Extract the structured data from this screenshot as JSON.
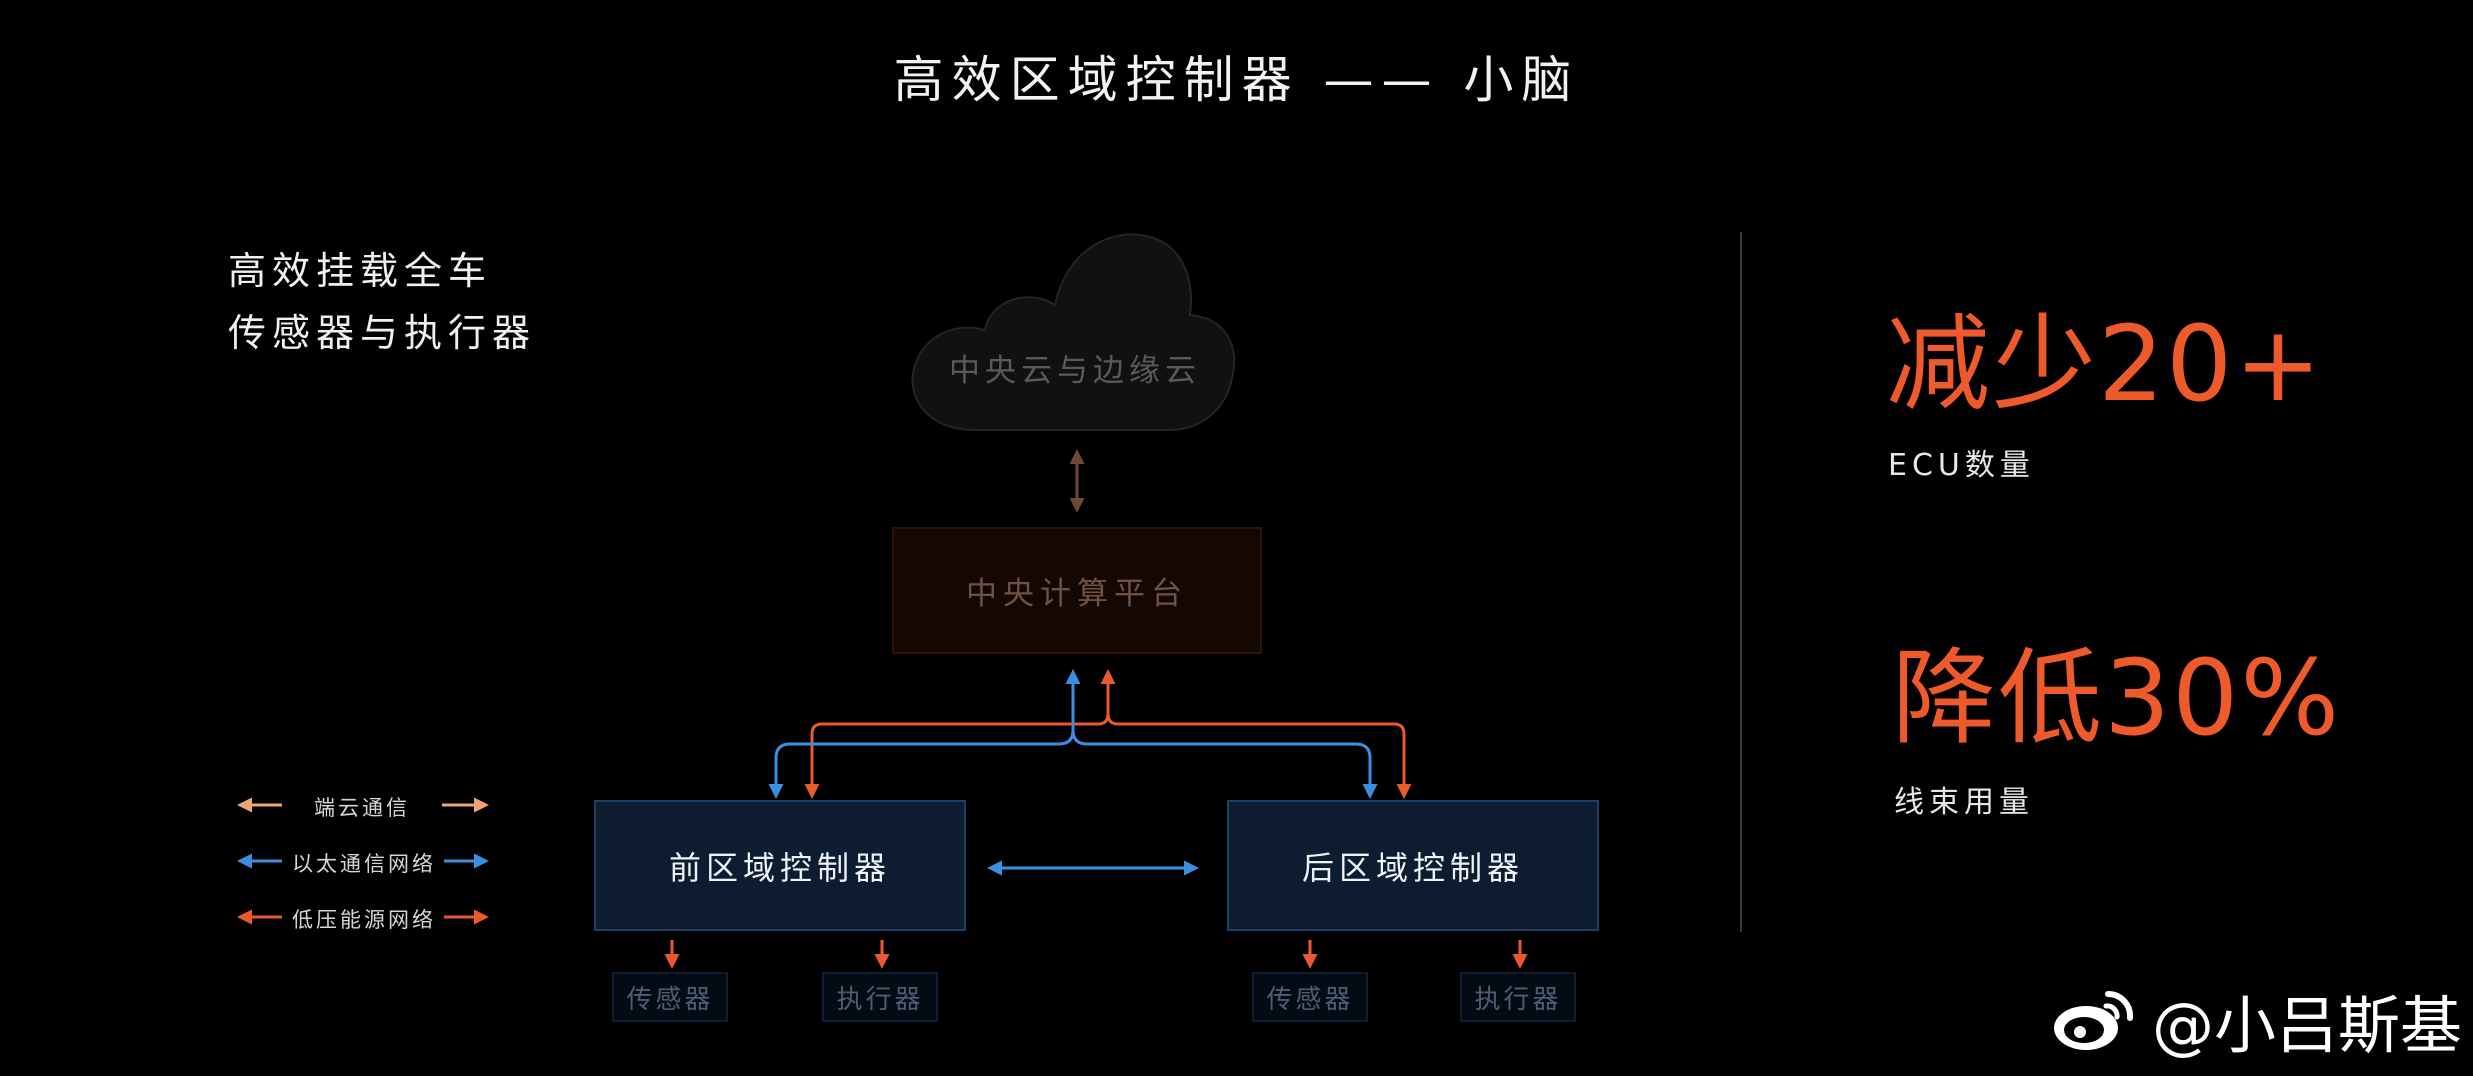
{
  "title": "高效区域控制器 —— 小脑",
  "subtitle": {
    "line1": "高效挂载全车",
    "line2": "传感器与执行器"
  },
  "diagram": {
    "cloud": "中央云与边缘云",
    "central": "中央计算平台",
    "front_zone": "前区域控制器",
    "rear_zone": "后区域控制器",
    "front_sensor": "传感器",
    "front_actuator": "执行器",
    "rear_sensor": "传感器",
    "rear_actuator": "执行器"
  },
  "legend": [
    {
      "label": "端云通信",
      "color": "#f1a47a"
    },
    {
      "label": "以太通信网络",
      "color": "#3a8fe0"
    },
    {
      "label": "低压能源网络",
      "color": "#ea5a2e"
    }
  ],
  "stats": [
    {
      "value": "减少20+",
      "caption": "ECU数量"
    },
    {
      "value": "降低30%",
      "caption": "线束用量"
    }
  ],
  "colors": {
    "accent": "#ef5a2c",
    "ethernet": "#3a8fe0",
    "power": "#ea5a2e",
    "cloud_link": "#6b4a35",
    "zone_fill": "#0d1c30"
  },
  "watermark": {
    "text": "@小吕斯基",
    "icon": "weibo-icon"
  }
}
